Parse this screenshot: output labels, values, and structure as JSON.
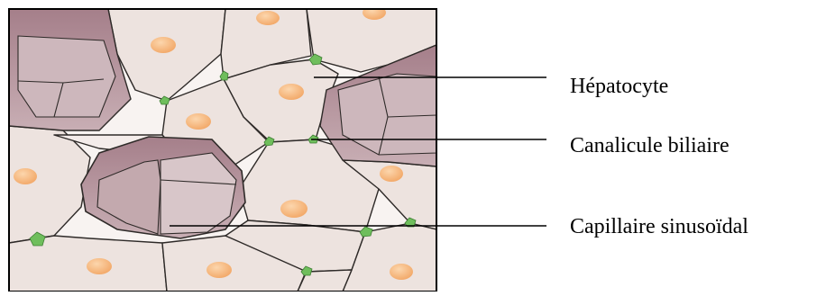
{
  "labels": {
    "hepatocyte": "Hépatocyte",
    "canalicule": "Canalicule biliaire",
    "capillaire": "Capillaire sinusoïdal"
  },
  "colors": {
    "cell_fill": "#ede3df",
    "cell_outline": "#2e2a28",
    "nucleus": "#f2a766",
    "nucleus_highlight": "#fbd3a9",
    "sinusoid_wall": "#b99aa2",
    "sinusoid_inner": "#d8c6c9",
    "canaliculus": "#6fbe5c",
    "gap": "#fbf8f6",
    "frame": "#000000",
    "leader_line": "#000000"
  }
}
